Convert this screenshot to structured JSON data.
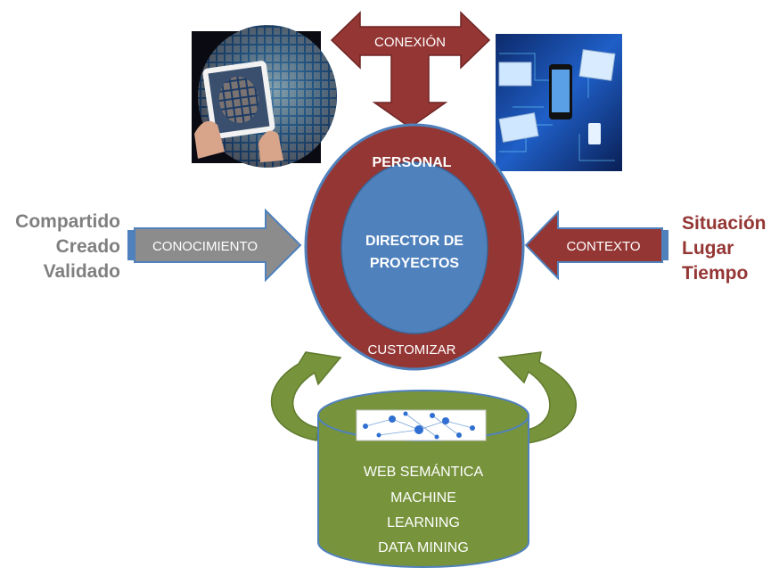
{
  "arrows": {
    "top_label": "CONEXIÓN",
    "left_label": "CONOCIMIENTO",
    "right_label": "CONTEXTO"
  },
  "center": {
    "outer_top_label": "PERSONAL",
    "outer_bottom_label": "CUSTOMIZAR",
    "inner_line1": "DIRECTOR DE",
    "inner_line2": "PROYECTOS"
  },
  "left_list": [
    "Compartido",
    "Creado",
    "Validado"
  ],
  "right_list": [
    "Situación",
    "Lugar",
    "Tiempo"
  ],
  "cylinder_lines": [
    "WEB SEMÁNTICA",
    "MACHINE",
    "LEARNING",
    "DATA MINING"
  ],
  "images": {
    "left_photo": "hands-tablet-faces-sphere-photo",
    "right_photo": "connected-devices-circuit-photo",
    "cylinder_graphic": "network-graph-thumbnail"
  },
  "colors": {
    "maroon": "#943634",
    "blue": "#4f81bd",
    "gray": "#8c8c8c",
    "green": "#77933c",
    "left_list_text": "#7f7f7f",
    "right_list_text": "#943634"
  }
}
